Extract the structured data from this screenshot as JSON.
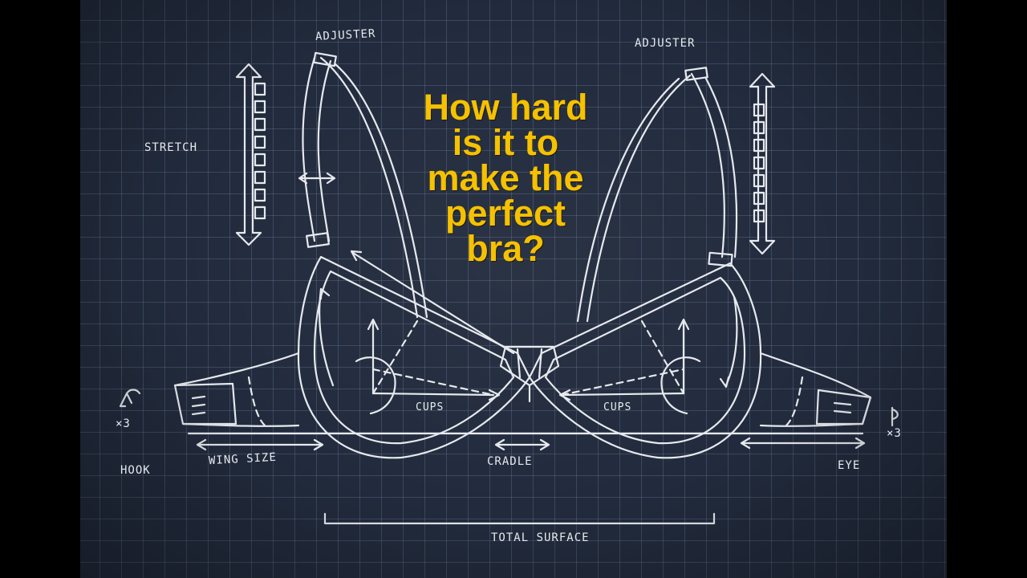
{
  "headline": {
    "lines": [
      "How hard",
      "is it to",
      "make the",
      "perfect",
      "bra?"
    ]
  },
  "labels": {
    "adjuster_left": "ADJUSTER",
    "adjuster_right": "ADJUSTER",
    "stretch": "STRETCH",
    "cups_left": "CUPS",
    "cups_right": "CUPS",
    "hook": "HOOK",
    "hook_count": "×3",
    "eye": "EYE",
    "eye_count": "×3",
    "wing_size": "WING SIZE",
    "cradle": "CRADLE",
    "total_surface": "TOTAL SURFACE"
  },
  "colors": {
    "background": "#222b3d",
    "grid": "#78879f",
    "chalk": "#e6e9ee",
    "headline": "#f5c100"
  }
}
